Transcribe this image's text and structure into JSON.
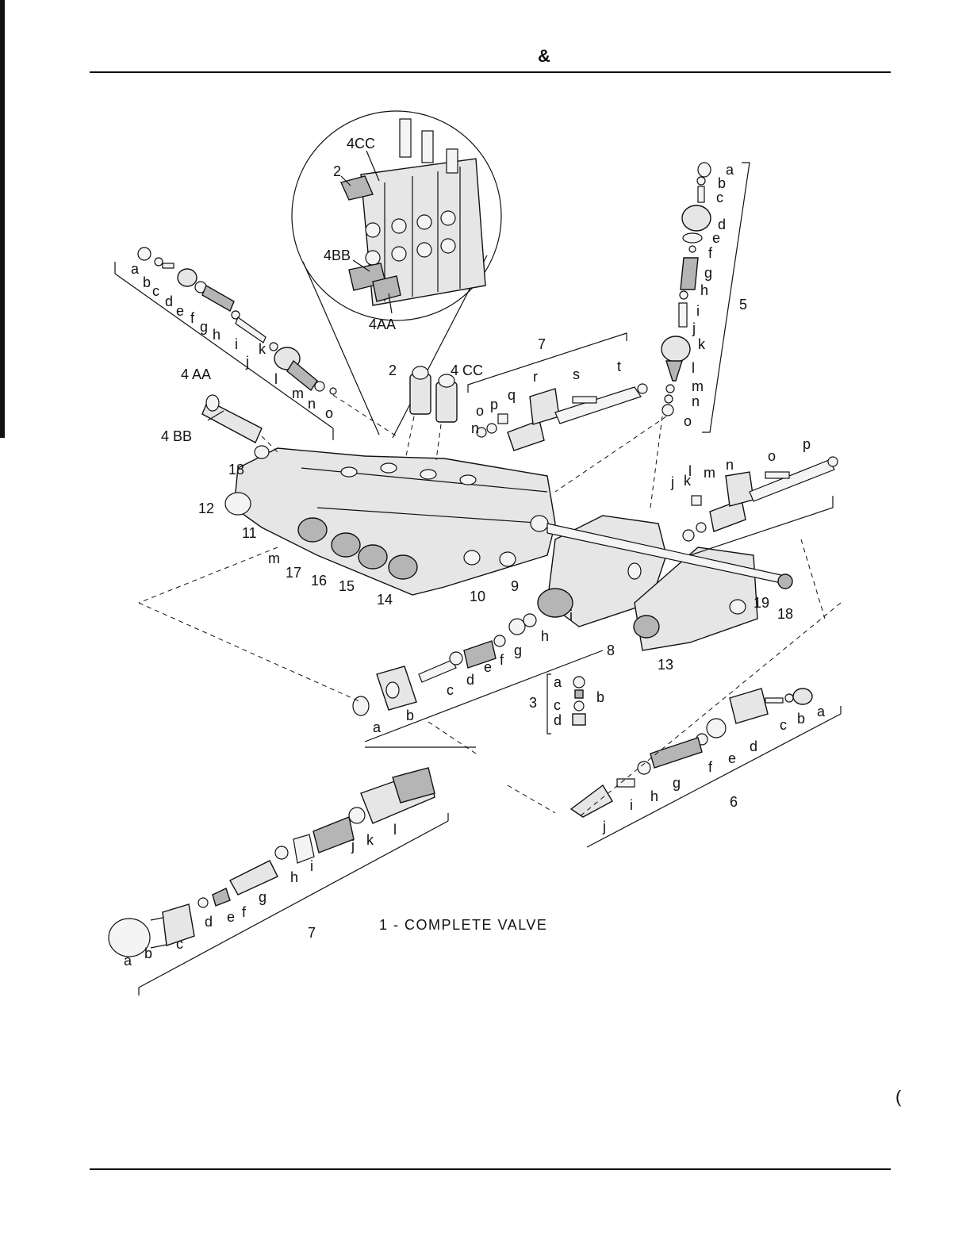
{
  "header": {
    "symbol": "&"
  },
  "caption": "1 - COMPLETE VALVE",
  "edge_mark": "(",
  "callouts": {
    "inset": [
      "4CC",
      "2",
      "4BB",
      "4AA"
    ],
    "main": [
      "2",
      "4 CC",
      "4 AA",
      "4 BB",
      "18",
      "12",
      "11",
      "m",
      "17",
      "16",
      "15",
      "14",
      "10",
      "9",
      "8",
      "13",
      "19",
      "18",
      "5",
      "6",
      "7",
      "7",
      "3"
    ],
    "group_5": [
      "a",
      "b",
      "c",
      "d",
      "e",
      "f",
      "g",
      "h",
      "i",
      "j",
      "k",
      "l",
      "m",
      "n",
      "o"
    ],
    "group_4aa": [
      "a",
      "b",
      "c",
      "d",
      "e",
      "f",
      "g",
      "h",
      "i",
      "j",
      "k",
      "l",
      "m",
      "n",
      "o"
    ],
    "group_7_top": [
      "o",
      "p",
      "q",
      "r",
      "s",
      "t",
      "n"
    ],
    "group_right_top": [
      "j",
      "k",
      "l",
      "m",
      "n",
      "o",
      "p"
    ],
    "group_8": [
      "a",
      "b",
      "c",
      "d",
      "e",
      "f",
      "g",
      "h",
      "i"
    ],
    "group_3": [
      "a",
      "b",
      "c",
      "d"
    ],
    "group_6": [
      "a",
      "b",
      "c",
      "d",
      "e",
      "f",
      "g",
      "h",
      "i",
      "j"
    ],
    "group_7_bottom": [
      "a",
      "b",
      "c",
      "d",
      "e",
      "f",
      "g",
      "h",
      "i",
      "j",
      "k",
      "l"
    ]
  }
}
